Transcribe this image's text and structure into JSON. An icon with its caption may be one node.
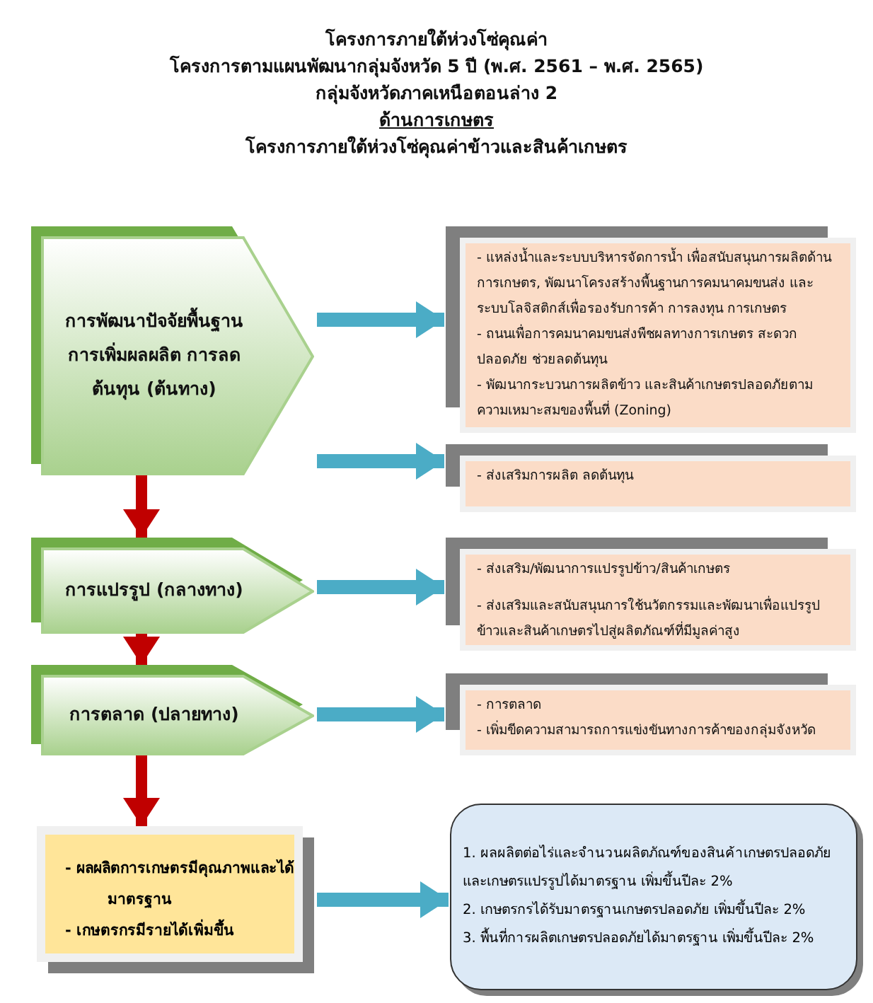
{
  "diagram": {
    "title": "โครงการภายใต้ห่วงโซ่คุณค่า",
    "labels": [
      "โครงการตามแผนพัฒนากลุ่มจังหวัด 5 ปี (พ.ศ. 2561 – พ.ศ. 2565)",
      "กลุ่มจังหวัดภาคเหนือตอนล่าง 2",
      "ด้านการเกษตร",
      "โครงการภายใต้ห่วงโซ่คุณค่าข้าวและสินค้าเกษตร"
    ],
    "nodes": [
      {
        "text": [
          "การพัฒนาปัจจัยพื้นฐาน การเพิ่มผลผลิต การลดต้นทุน (ต้นทาง)"
        ]
      },
      {
        "text": [
          "- แหล่งน้ำและระบบบริหารจัดการน้ำ เพื่อสนับสนุนการผลิตด้านการเกษตร, พัฒนาโครงสร้างพื้นฐานการคมนาคมขนส่ง และระบบโลจิสติกส์เพื่อรองรับการค้า การลงทุน การเกษตร",
          "- ถนนเพื่อการคมนาคมขนส่งพืชผลทางการเกษตร สะดวก ปลอดภัย ช่วยลดต้นทุน",
          "- พัฒนากระบวนการผลิตข้าว และสินค้าเกษตรปลอดภัยตามความเหมาะสมของพื้นที่ (Zoning)"
        ]
      },
      {
        "text": [
          "- ส่งเสริมการผลิต ลดต้นทุน"
        ]
      },
      {
        "text": [
          "การแปรรูป (กลางทาง)"
        ]
      },
      {
        "text": [
          "- ส่งเสริม/พัฒนาการแปรรูปข้าว/สินค้าเกษตร",
          "- ส่งเสริมและสนับสนุนการใช้นวัตกรรมและพัฒนาเพื่อแปรรูปข้าวและสินค้าเกษตรไปสู่ผลิตภัณฑ์ที่มีมูลค่าสูง"
        ]
      },
      {
        "text": [
          "การตลาด (ปลายทาง)"
        ]
      },
      {
        "text": [
          "- การตลาด",
          "- เพิ่มขีดความสามารถการแข่งขันทางการค้าของกลุ่มจังหวัด"
        ]
      },
      {
        "text": [
          "- ผลผลิตการเกษตรมีคุณภาพและได้มาตรฐาน",
          "- เกษตรกรมีรายได้เพิ่มขึ้น"
        ]
      },
      {
        "text": [
          "1. ผลผลิตต่อไร่และจำนวนผลิตภัณฑ์ของสินค้าเกษตรปลอดภัยและเกษตรแปรรูปได้มาตรฐาน เพิ่มขึ้นปีละ 2%",
          "2. เกษตรกรได้รับมาตรฐานเกษตรปลอดภัย เพิ่มขึ้นปีละ 2%",
          "3. พื้นที่การผลิตเกษตรปลอดภัยได้มาตรฐาน เพิ่มขึ้นปีละ 2%"
        ]
      }
    ],
    "edges": [
      {
        "from": 0,
        "to": 1,
        "arrow": "to"
      },
      {
        "from": 0,
        "to": 2,
        "arrow": "to"
      },
      {
        "from": 0,
        "to": 3,
        "arrow": "to",
        "color": "#c00000"
      },
      {
        "from": 3,
        "to": 4,
        "arrow": "to"
      },
      {
        "from": 3,
        "to": 5,
        "arrow": "to",
        "color": "#c00000"
      },
      {
        "from": 5,
        "to": 6,
        "arrow": "to"
      },
      {
        "from": 5,
        "to": 7,
        "arrow": "to",
        "color": "#c00000"
      },
      {
        "from": 7,
        "to": 8,
        "arrow": "to"
      }
    ]
  }
}
